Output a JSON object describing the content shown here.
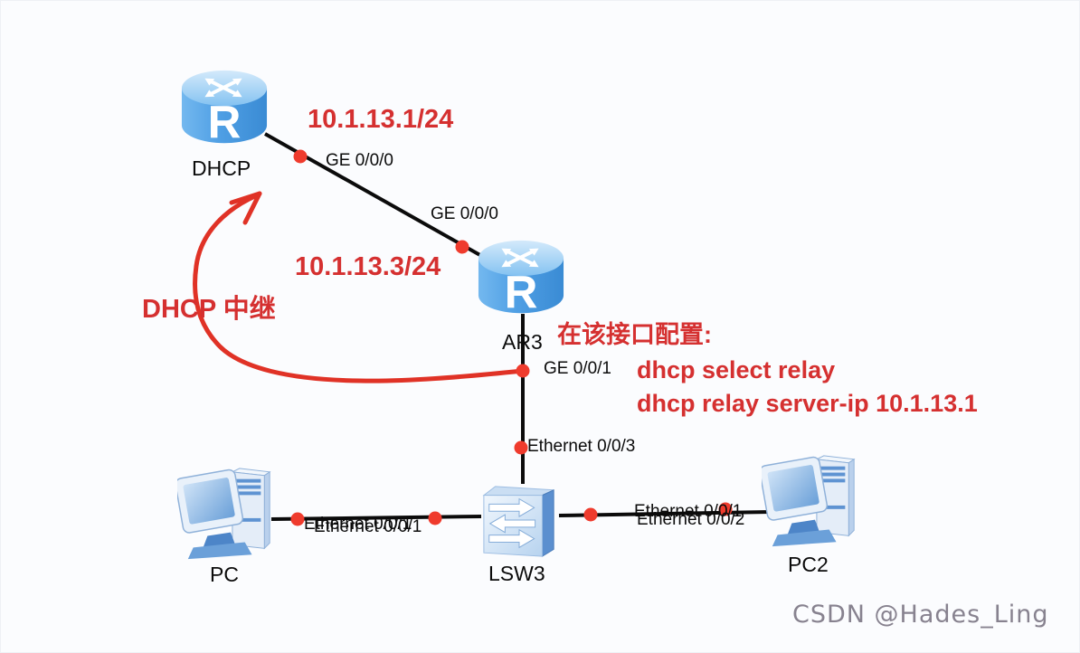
{
  "watermark": "CSDN @Hades_Ling",
  "colors": {
    "annotation-red": "#d53030",
    "curve-red": "#e03226",
    "dot-red": "#ef3b2d",
    "link-black": "#0b0b0b"
  },
  "nodes": {
    "dhcp": {
      "label": "DHCP",
      "type": "router"
    },
    "ar3": {
      "label": "AR3",
      "type": "router"
    },
    "lsw3": {
      "label": "LSW3",
      "type": "switch"
    },
    "pc": {
      "label": "PC",
      "type": "pc"
    },
    "pc2": {
      "label": "PC2",
      "type": "pc"
    }
  },
  "interfaces": {
    "dhcp_ge000": "GE 0/0/0",
    "ar3_ge000": "GE 0/0/0",
    "ar3_ge001": "GE 0/0/1",
    "lsw3_eth003": "Ethernet 0/0/3",
    "pc_eth001": "Ethernet 0/0/1",
    "lsw3_eth001": "Ethernet 0/0/1",
    "pc2_eth001": "Ethernet 0/0/1",
    "lsw3_eth002": "Ethernet 0/0/2"
  },
  "annotations": {
    "dhcp_server_ip": "10.1.13.1/24",
    "relay_interface_ip": "10.1.13.3/24",
    "relay_arrow_label": "DHCP 中继",
    "config_heading": "在该接口配置:",
    "config_cmd1": "dhcp select relay",
    "config_cmd2": "dhcp relay server-ip 10.1.13.1"
  }
}
